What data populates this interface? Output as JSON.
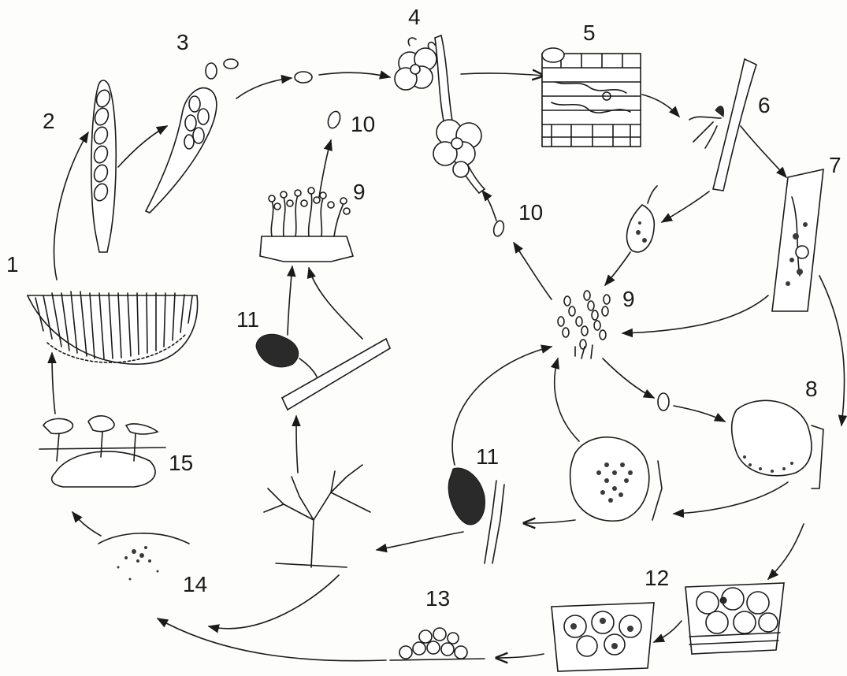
{
  "diagram": {
    "labels": [
      "1",
      "2",
      "3",
      "4",
      "5",
      "6",
      "7",
      "8",
      "9",
      "10",
      "11",
      "12",
      "13",
      "14",
      "15"
    ],
    "repeated_labels": {
      "9": "9",
      "10": "10",
      "11": "11"
    },
    "colors": {
      "ink": "#1a1a1a",
      "paper": "#fdfdfb"
    }
  }
}
